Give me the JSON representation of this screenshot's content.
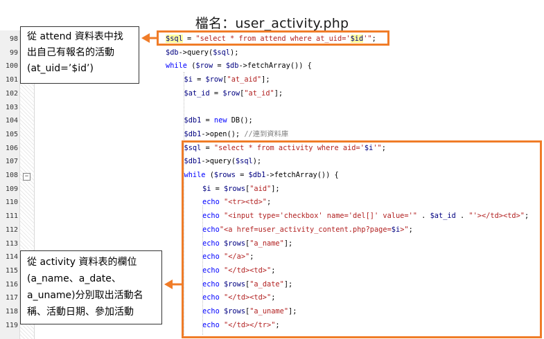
{
  "title": "檔名：user_activity.php",
  "annotations": {
    "top": {
      "lines": [
        "從 attend 資料表中找",
        "出自己有報名的活動",
        "(at_uid=’$id’)"
      ]
    },
    "bottom": {
      "lines": [
        "從 activity 資料表的欄位",
        "(a_name、a_date、",
        "a_uname)分別取出活動名",
        "稱、活動日期、參加活動"
      ]
    }
  },
  "colors": {
    "highlight": "#f07c28"
  },
  "editor": {
    "lines": [
      {
        "num": "98",
        "indent": 0,
        "tokens": [
          [
            "v",
            "$sql"
          ],
          [
            "t",
            " = "
          ],
          [
            "s",
            "\"select * from attend where at_uid='"
          ],
          [
            "v",
            "$id"
          ],
          [
            "s",
            "'\""
          ],
          [
            "t",
            ";"
          ]
        ]
      },
      {
        "num": "99",
        "indent": 0,
        "tokens": [
          [
            "v",
            "$db"
          ],
          [
            "t",
            "->query("
          ],
          [
            "v",
            "$sql"
          ],
          [
            "t",
            ");"
          ]
        ]
      },
      {
        "num": "100",
        "indent": 0,
        "tokens": [
          [
            "k",
            "while"
          ],
          [
            "t",
            " ("
          ],
          [
            "v",
            "$row"
          ],
          [
            "t",
            " = "
          ],
          [
            "v",
            "$db"
          ],
          [
            "t",
            "->fetchArray()) {"
          ]
        ]
      },
      {
        "num": "101",
        "indent": 1,
        "tokens": [
          [
            "v",
            "$i"
          ],
          [
            "t",
            " = "
          ],
          [
            "v",
            "$row"
          ],
          [
            "t",
            "["
          ],
          [
            "s",
            "\"at_aid\""
          ],
          [
            "t",
            "];"
          ]
        ]
      },
      {
        "num": "102",
        "indent": 1,
        "tokens": [
          [
            "v",
            "$at_id"
          ],
          [
            "t",
            " = "
          ],
          [
            "v",
            "$row"
          ],
          [
            "t",
            "["
          ],
          [
            "s",
            "\"at_id\""
          ],
          [
            "t",
            "];"
          ]
        ]
      },
      {
        "num": "103",
        "indent": 0,
        "tokens": []
      },
      {
        "num": "104",
        "indent": 1,
        "tokens": [
          [
            "v",
            "$db1"
          ],
          [
            "t",
            " = "
          ],
          [
            "k",
            "new"
          ],
          [
            "t",
            " DB();"
          ]
        ]
      },
      {
        "num": "105",
        "indent": 1,
        "tokens": [
          [
            "v",
            "$db1"
          ],
          [
            "t",
            "->open(); "
          ],
          [
            "c",
            "//連到資料庫"
          ]
        ]
      },
      {
        "num": "106",
        "indent": 1,
        "tokens": [
          [
            "v",
            "$sql"
          ],
          [
            "t",
            " = "
          ],
          [
            "s",
            "\"select * from activity where aid='"
          ],
          [
            "v",
            "$i"
          ],
          [
            "s",
            "'\""
          ],
          [
            "t",
            ";"
          ]
        ]
      },
      {
        "num": "107",
        "indent": 1,
        "tokens": [
          [
            "v",
            "$db1"
          ],
          [
            "t",
            "->query("
          ],
          [
            "v",
            "$sql"
          ],
          [
            "t",
            ");"
          ]
        ]
      },
      {
        "num": "108",
        "indent": 1,
        "tokens": [
          [
            "k",
            "while"
          ],
          [
            "t",
            " ("
          ],
          [
            "v",
            "$rows"
          ],
          [
            "t",
            " = "
          ],
          [
            "v",
            "$db1"
          ],
          [
            "t",
            "->fetchArray()) {"
          ]
        ]
      },
      {
        "num": "109",
        "indent": 2,
        "tokens": [
          [
            "v",
            "$i"
          ],
          [
            "t",
            " = "
          ],
          [
            "v",
            "$rows"
          ],
          [
            "t",
            "["
          ],
          [
            "s",
            "\"aid\""
          ],
          [
            "t",
            "];"
          ]
        ]
      },
      {
        "num": "110",
        "indent": 2,
        "tokens": [
          [
            "k",
            "echo"
          ],
          [
            "t",
            " "
          ],
          [
            "s",
            "\"<tr><td>\""
          ],
          [
            "t",
            ";"
          ]
        ]
      },
      {
        "num": "111",
        "indent": 2,
        "tokens": [
          [
            "k",
            "echo"
          ],
          [
            "t",
            " "
          ],
          [
            "s",
            "\"<input type='checkbox' name='del[]' value='\""
          ],
          [
            "t",
            " . "
          ],
          [
            "v",
            "$at_id"
          ],
          [
            "t",
            " . "
          ],
          [
            "s",
            "\"'></td><td>\""
          ],
          [
            "t",
            ";"
          ]
        ]
      },
      {
        "num": "112",
        "indent": 2,
        "tokens": [
          [
            "k",
            "echo"
          ],
          [
            "s",
            "\"<a href=user_activity_content.php?page="
          ],
          [
            "v",
            "$i"
          ],
          [
            "s",
            ">\""
          ],
          [
            "t",
            ";"
          ]
        ]
      },
      {
        "num": "113",
        "indent": 2,
        "tokens": [
          [
            "k",
            "echo"
          ],
          [
            "t",
            " "
          ],
          [
            "v",
            "$rows"
          ],
          [
            "t",
            "["
          ],
          [
            "s",
            "\"a_name\""
          ],
          [
            "t",
            "];"
          ]
        ]
      },
      {
        "num": "114",
        "indent": 2,
        "tokens": [
          [
            "k",
            "echo"
          ],
          [
            "t",
            " "
          ],
          [
            "s",
            "\"</a>\""
          ],
          [
            "t",
            ";"
          ]
        ]
      },
      {
        "num": "115",
        "indent": 2,
        "tokens": [
          [
            "k",
            "echo"
          ],
          [
            "t",
            " "
          ],
          [
            "s",
            "\"</td><td>\""
          ],
          [
            "t",
            ";"
          ]
        ]
      },
      {
        "num": "116",
        "indent": 2,
        "tokens": [
          [
            "k",
            "echo"
          ],
          [
            "t",
            " "
          ],
          [
            "v",
            "$rows"
          ],
          [
            "t",
            "["
          ],
          [
            "s",
            "\"a_date\""
          ],
          [
            "t",
            "];"
          ]
        ]
      },
      {
        "num": "117",
        "indent": 2,
        "tokens": [
          [
            "k",
            "echo"
          ],
          [
            "t",
            " "
          ],
          [
            "s",
            "\"</td><td>\""
          ],
          [
            "t",
            ";"
          ]
        ]
      },
      {
        "num": "118",
        "indent": 2,
        "tokens": [
          [
            "k",
            "echo"
          ],
          [
            "t",
            " "
          ],
          [
            "v",
            "$rows"
          ],
          [
            "t",
            "["
          ],
          [
            "s",
            "\"a_uname\""
          ],
          [
            "t",
            "];"
          ]
        ]
      },
      {
        "num": "119",
        "indent": 2,
        "tokens": [
          [
            "k",
            "echo"
          ],
          [
            "t",
            " "
          ],
          [
            "s",
            "\"</td></tr>\""
          ],
          [
            "t",
            ";"
          ]
        ]
      }
    ]
  }
}
